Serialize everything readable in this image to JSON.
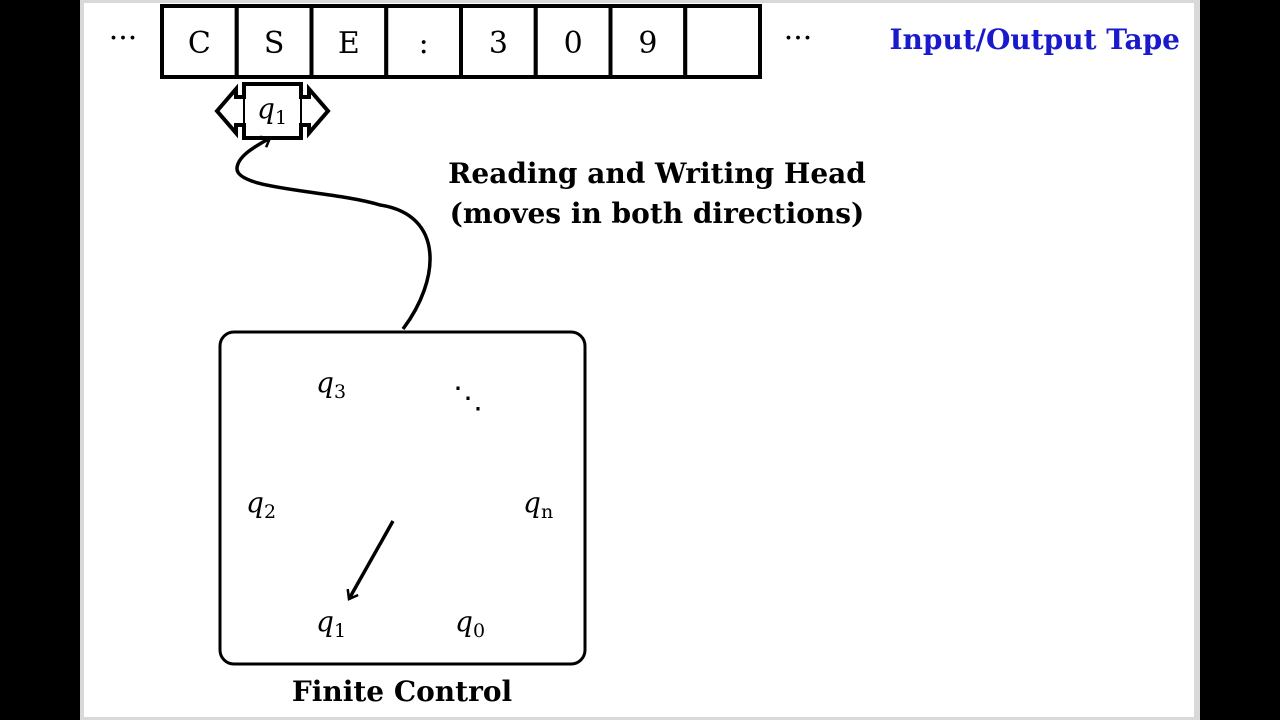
{
  "tape": {
    "title": "Input/Output Tape",
    "title_color": "#1a1acc",
    "left_ellipsis": "···",
    "right_ellipsis": "···",
    "cells": [
      "C",
      "S",
      "E",
      ":",
      "3",
      "0",
      "9",
      ""
    ]
  },
  "head": {
    "state_base": "q",
    "state_sub": "1",
    "label_line1": "Reading and Writing Head",
    "label_line2": "(moves in both directions)"
  },
  "control": {
    "label": "Finite Control",
    "states": [
      {
        "base": "q",
        "sub": "3"
      },
      {
        "base": "q",
        "sub": "2"
      },
      {
        "base": "q",
        "sub": "n"
      },
      {
        "base": "q",
        "sub": "1"
      },
      {
        "base": "q",
        "sub": "0"
      }
    ],
    "ellipsis": "⋱",
    "pointer_target": "q1"
  }
}
